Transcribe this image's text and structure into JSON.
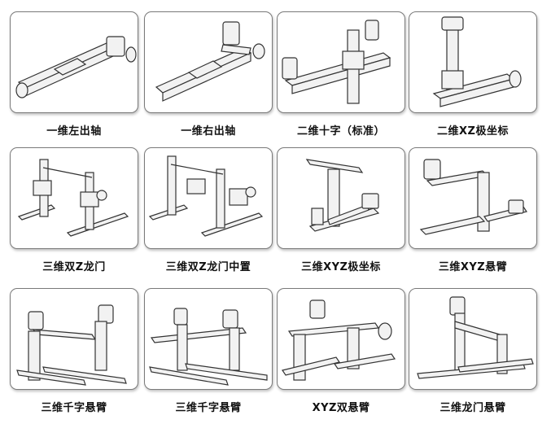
{
  "title": "",
  "modules": [
    {
      "label": "一维左出轴",
      "icon": "linear-module-left-shaft-icon"
    },
    {
      "label": "一维右出轴",
      "icon": "linear-module-right-shaft-icon"
    },
    {
      "label": "二维十字（标准）",
      "icon": "cross-2axis-icon"
    },
    {
      "label": "二维XZ极坐标",
      "icon": "xz-polar-icon"
    },
    {
      "label": "三维双Z龙门",
      "icon": "gantry-double-z-icon"
    },
    {
      "label": "三维双Z龙门中置",
      "icon": "gantry-double-z-center-icon"
    },
    {
      "label": "三维XYZ极坐标",
      "icon": "xyz-polar-icon"
    },
    {
      "label": "三维XYZ悬臂",
      "icon": "xyz-cantilever-icon"
    },
    {
      "label": "三维千字悬臂",
      "icon": "qian-cantilever-icon"
    },
    {
      "label": "三维千字悬臂",
      "icon": "qian-cantilever-2-icon"
    },
    {
      "label": "XYZ双悬臂",
      "icon": "xyz-double-cantilever-icon"
    },
    {
      "label": "三维龙门悬臂",
      "icon": "gantry-cantilever-icon"
    }
  ]
}
